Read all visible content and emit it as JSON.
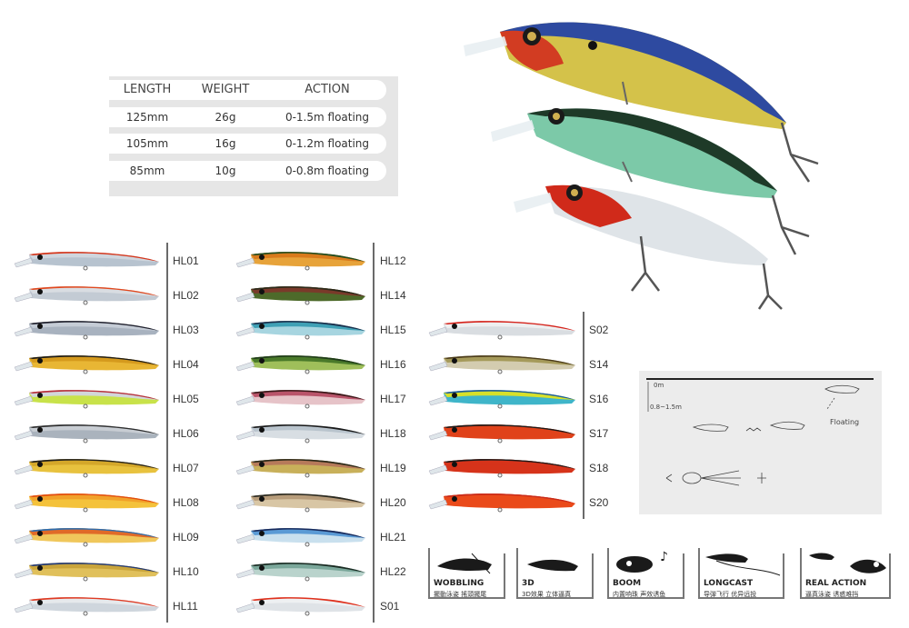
{
  "spec_table": {
    "headers": [
      "LENGTH",
      "WEIGHT",
      "ACTION"
    ],
    "rows": [
      [
        "125mm",
        "26g",
        "0-1.5m floating"
      ],
      [
        "105mm",
        "16g",
        "0-1.2m floating"
      ],
      [
        "85mm",
        "10g",
        "0-0.8m floating"
      ]
    ]
  },
  "lures": {
    "col1": [
      {
        "code": "HL01",
        "colors": [
          "#d73418",
          "#cfd6de",
          "#b7c3cf"
        ]
      },
      {
        "code": "HL02",
        "colors": [
          "#e2471c",
          "#d9dde2",
          "#c3cbd4"
        ]
      },
      {
        "code": "HL03",
        "colors": [
          "#1e1e2a",
          "#c5ccd6",
          "#a8b2bf"
        ]
      },
      {
        "code": "HL04",
        "colors": [
          "#1a1a1a",
          "#d59a1d",
          "#e8b634"
        ]
      },
      {
        "code": "HL05",
        "colors": [
          "#b92e3c",
          "#d2d6d9",
          "#c8e24a"
        ]
      },
      {
        "code": "HL06",
        "colors": [
          "#2e2e2e",
          "#c8cdd3",
          "#aab3bd"
        ]
      },
      {
        "code": "HL07",
        "colors": [
          "#1e1e1e",
          "#d4a72a",
          "#e8c23e"
        ]
      },
      {
        "code": "HL08",
        "colors": [
          "#e24b12",
          "#f1a12a",
          "#f4c23b"
        ]
      },
      {
        "code": "HL09",
        "colors": [
          "#2a6fb4",
          "#e06a28",
          "#f0c75b"
        ]
      },
      {
        "code": "HL10",
        "colors": [
          "#223a7a",
          "#c9a43a",
          "#e0c05b"
        ]
      },
      {
        "code": "HL11",
        "colors": [
          "#e03a22",
          "#e6e9ec",
          "#cfd6dd"
        ]
      }
    ],
    "col2": [
      {
        "code": "HL12",
        "colors": [
          "#1e4d22",
          "#d87a1c",
          "#e7a33a"
        ]
      },
      {
        "code": "HL14",
        "colors": [
          "#2a2a1a",
          "#7a3a2a",
          "#4d6a2a"
        ]
      },
      {
        "code": "HL15",
        "colors": [
          "#1d2e4a",
          "#3fa0b5",
          "#a7d5e0"
        ]
      },
      {
        "code": "HL16",
        "colors": [
          "#1f3a1a",
          "#4a7a2a",
          "#9fbf5a"
        ]
      },
      {
        "code": "HL17",
        "colors": [
          "#3a1a1a",
          "#b9546a",
          "#e6c3c8"
        ]
      },
      {
        "code": "HL18",
        "colors": [
          "#1a1a1a",
          "#b9c4cd",
          "#d8dee3"
        ]
      },
      {
        "code": "HL19",
        "colors": [
          "#2a2a1a",
          "#b67a5a",
          "#c8b05a"
        ]
      },
      {
        "code": "HL20",
        "colors": [
          "#2a2a22",
          "#b79c7a",
          "#d8c6a5"
        ]
      },
      {
        "code": "HL21",
        "colors": [
          "#1a2a5a",
          "#5a9ad5",
          "#c9e0ee"
        ]
      },
      {
        "code": "HL22",
        "colors": [
          "#1a2a22",
          "#7aa79a",
          "#b9d3cc"
        ]
      },
      {
        "code": "S01",
        "colors": [
          "#e0301c",
          "#eef0f2",
          "#dfe3e7"
        ]
      }
    ],
    "col3": [
      {
        "code": "S02",
        "colors": [
          "#d6221a",
          "#eeeff0",
          "#d9dde1"
        ]
      },
      {
        "code": "S14",
        "colors": [
          "#4a3a1a",
          "#a59a5a",
          "#d3ccb0"
        ]
      },
      {
        "code": "S16",
        "colors": [
          "#1a5aa0",
          "#d7e02a",
          "#3fb5c9"
        ]
      },
      {
        "code": "S17",
        "colors": [
          "#1a1a1a",
          "#e0421a",
          "#e0421a"
        ]
      },
      {
        "code": "S18",
        "colors": [
          "#1a1a1a",
          "#d6331a",
          "#d6331a"
        ]
      },
      {
        "code": "S20",
        "colors": [
          "#c82a1a",
          "#ea4a1a",
          "#ea4a1a"
        ]
      }
    ]
  },
  "diagram": {
    "depth_top": "0m",
    "depth_range": "0.8~1.5m",
    "floating": "Floating"
  },
  "features": [
    {
      "title": "WOBBLING",
      "sub": "擺動泳姿  搖頭擺尾"
    },
    {
      "title": "3D",
      "sub": "3D效果 立体逼真"
    },
    {
      "title": "BOOM",
      "sub": "内置响珠  声效诱鱼"
    },
    {
      "title": "LONGCAST",
      "sub": "导弹飞行  优异远投"
    },
    {
      "title": "REAL ACTION",
      "sub": "逼真泳姿  诱惑难挡"
    }
  ]
}
